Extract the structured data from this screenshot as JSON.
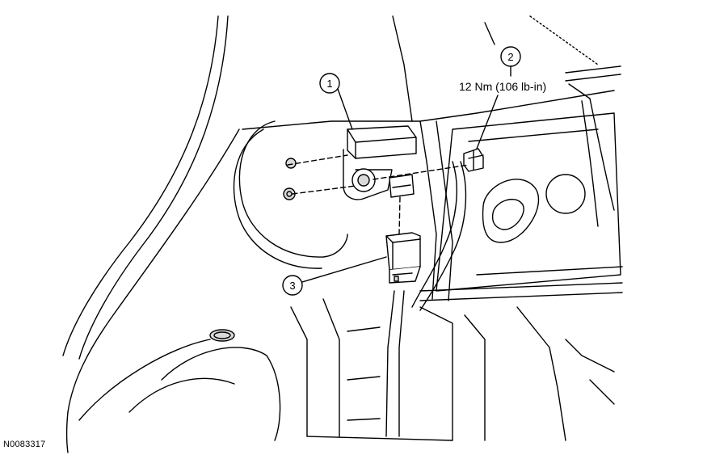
{
  "callouts": {
    "one": "1",
    "two": "2",
    "three": "3"
  },
  "torque_spec": "12 Nm (106 lb-in)",
  "figure_id": "N0083317",
  "colors": {
    "line": "#000000",
    "shade": "#d9d9d9",
    "background": "#ffffff"
  }
}
